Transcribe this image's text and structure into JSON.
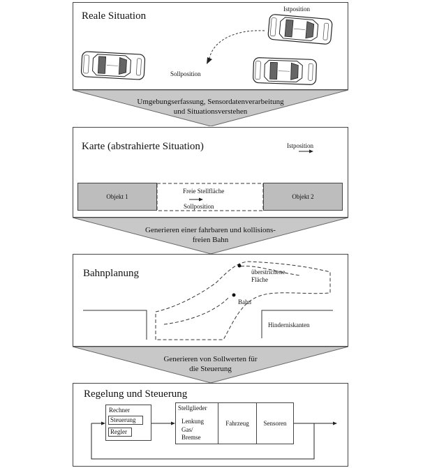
{
  "panels": {
    "reale": {
      "title": "Reale Situation",
      "istposition": "Istposition",
      "sollposition": "Sollposition"
    },
    "karte": {
      "title": "Karte (abstrahierte Situation)",
      "istposition": "Istposition",
      "objekt1": "Objekt 1",
      "objekt2": "Objekt 2",
      "freie_stellflaeche": "Freie Stellfläche",
      "sollposition": "Sollposition"
    },
    "bahn": {
      "title": "Bahnplanung",
      "ueberstrichene_1": "überstrichene",
      "ueberstrichene_2": "Fläche",
      "bahn": "Bahn",
      "hinderniskanten": "Hinderniskanten"
    },
    "regelung": {
      "title": "Regelung und Steuerung",
      "rechner": "Rechner",
      "steuerung": "Steuerung",
      "regler": "Regler",
      "stellglieder": "Stellglieder",
      "lenkung": "Lenkung",
      "gas": "Gas/",
      "bremse": "Bremse",
      "fahrzeug": "Fahrzeug",
      "sensoren": "Sensoren"
    }
  },
  "arrows": [
    {
      "line1": "Umgebungserfassung, Sensordatenverarbeitung",
      "line2": "und Situationsverstehen"
    },
    {
      "line1": "Generieren einer fahrbaren und kollisions-",
      "line2": "freien Bahn"
    },
    {
      "line1": "Generieren von Sollwerten für",
      "line2": "die Steuerung"
    }
  ]
}
